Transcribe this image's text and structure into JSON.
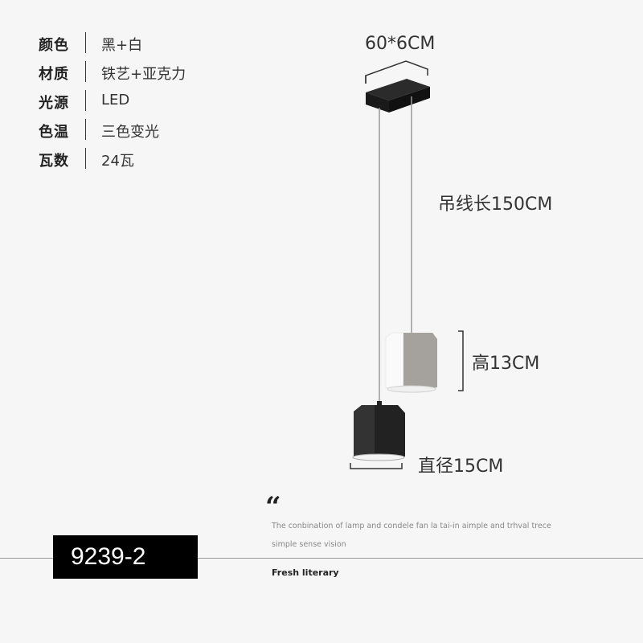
{
  "specs": [
    {
      "key": "颜色",
      "value": "黑+白"
    },
    {
      "key": "材质",
      "value": "铁艺+亚克力"
    },
    {
      "key": "光源",
      "value": "LED"
    },
    {
      "key": "色温",
      "value": "三色变光"
    },
    {
      "key": "瓦数",
      "value": "24瓦"
    }
  ],
  "dimensions": {
    "canopy": "60*6CM",
    "cable": "吊线长150CM",
    "height": "高13CM",
    "diameter": "直径15CM"
  },
  "quote": {
    "mark": "“",
    "line1": "The conbination of lamp and condele fan la tai-in aimple and trhval trece",
    "line2": "simple sense vision"
  },
  "model": "9239-2",
  "footer_label": "Fresh literary",
  "colors": {
    "background": "#f6f6f6",
    "model_box": "#000000",
    "lamp_white": "#ffffff",
    "lamp_grey": "#a9a6a2",
    "lamp_black": "#2a2a2a"
  }
}
